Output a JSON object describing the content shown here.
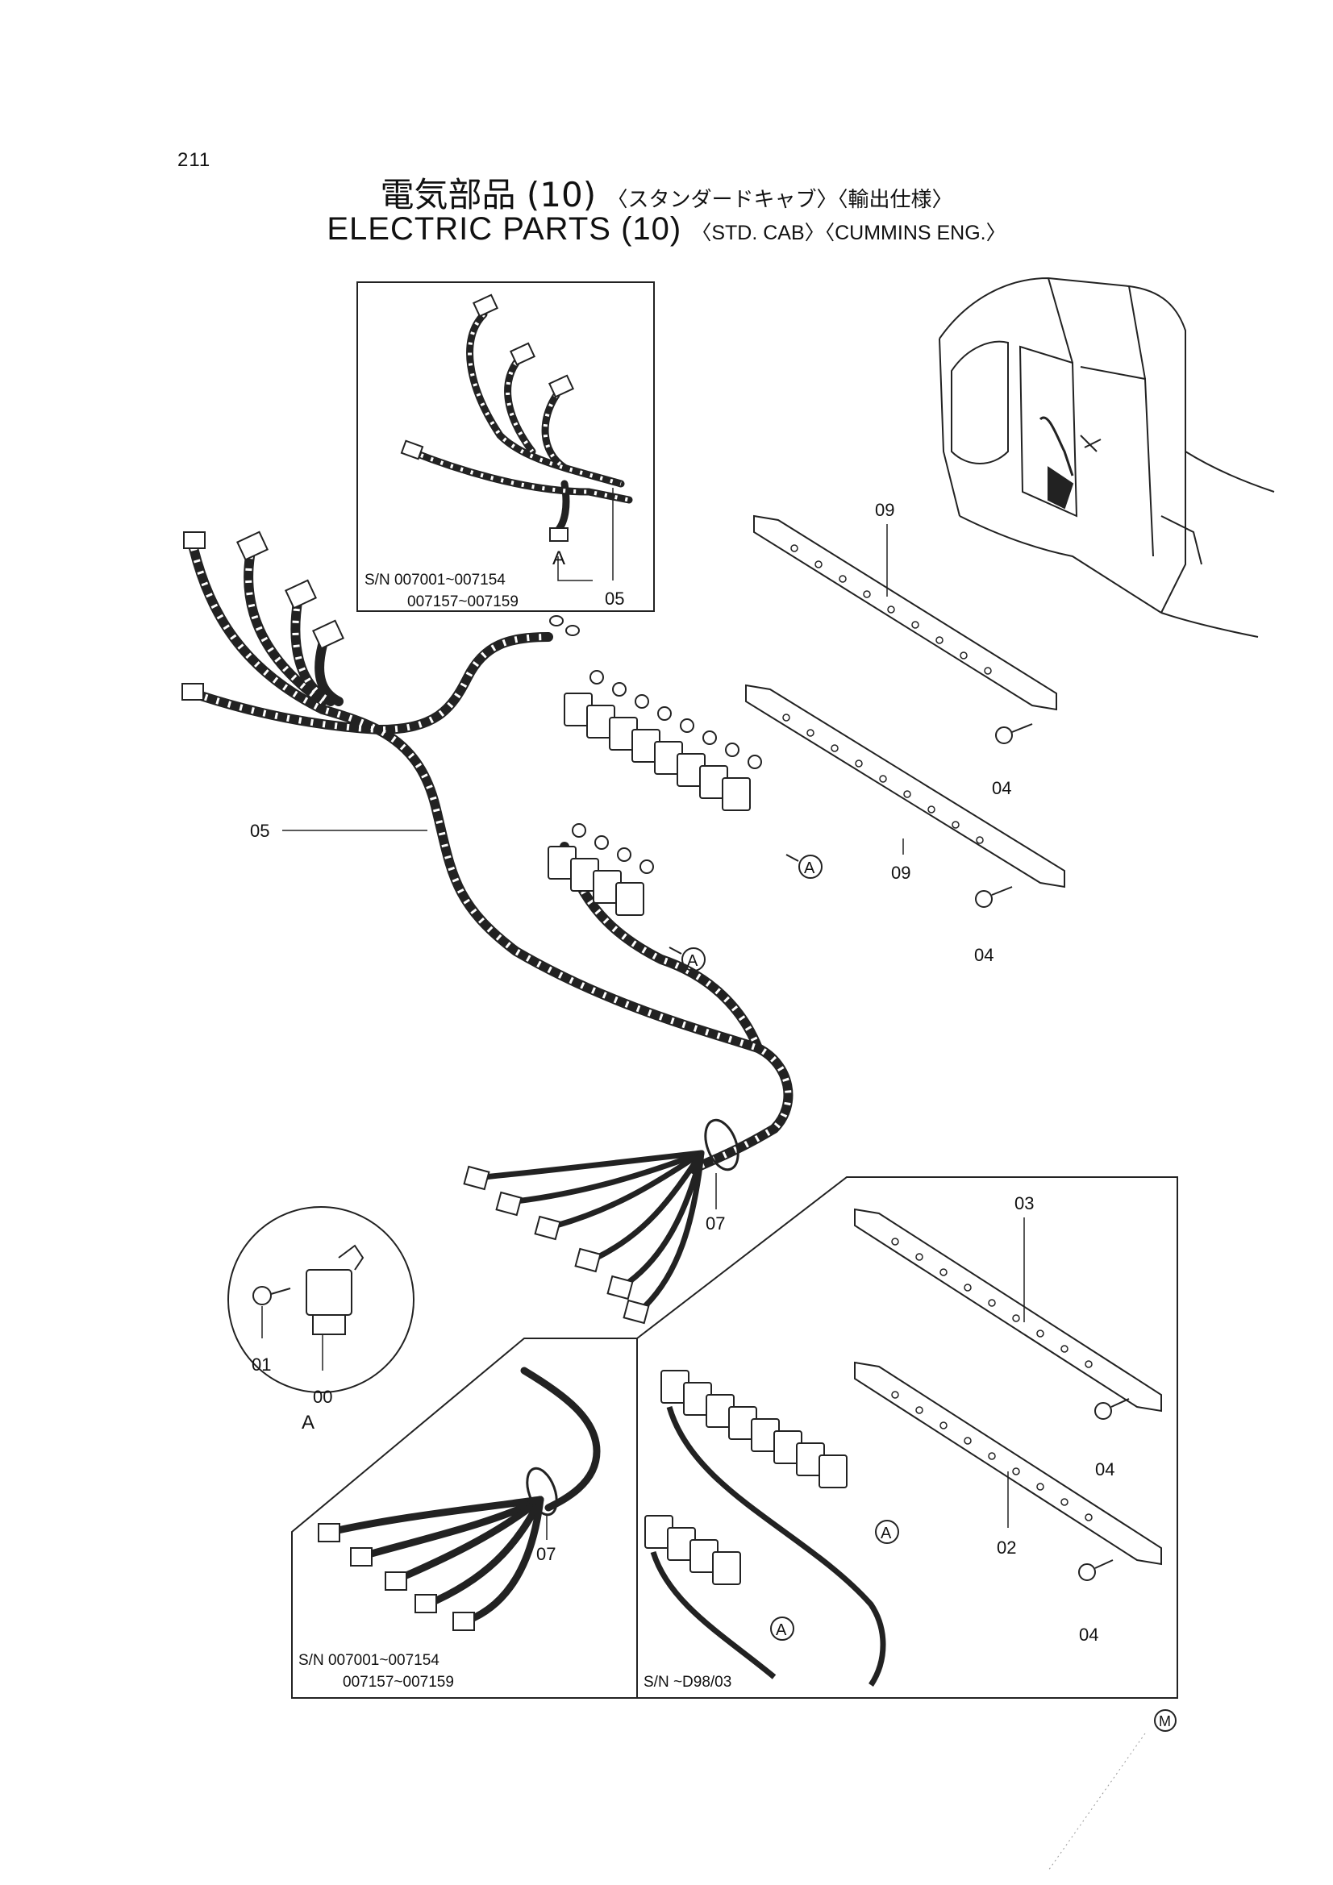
{
  "page_number": "211",
  "title": {
    "jp": "電気部品 (10)",
    "jp_sub": "〈スタンダードキャブ〉〈輸出仕様〉",
    "en": "ELECTRIC PARTS (10)",
    "en_sub": "〈STD. CAB〉〈CUMMINS ENG.〉"
  },
  "part_labels": {
    "p00": "00",
    "p01": "01",
    "p02": "02",
    "p03": "03",
    "p04": "04",
    "p05": "05",
    "p07": "07",
    "p09": "09"
  },
  "view_marker": "A",
  "detail_marker": "M",
  "serials": {
    "inset_top_line1": "S/N  007001~007154",
    "inset_top_line2": "007157~007159",
    "inset_bottom_left_line1": "S/N  007001~007154",
    "inset_bottom_left_line2": "007157~007159",
    "inset_bottom_right": "S/N   ~D98/03"
  }
}
